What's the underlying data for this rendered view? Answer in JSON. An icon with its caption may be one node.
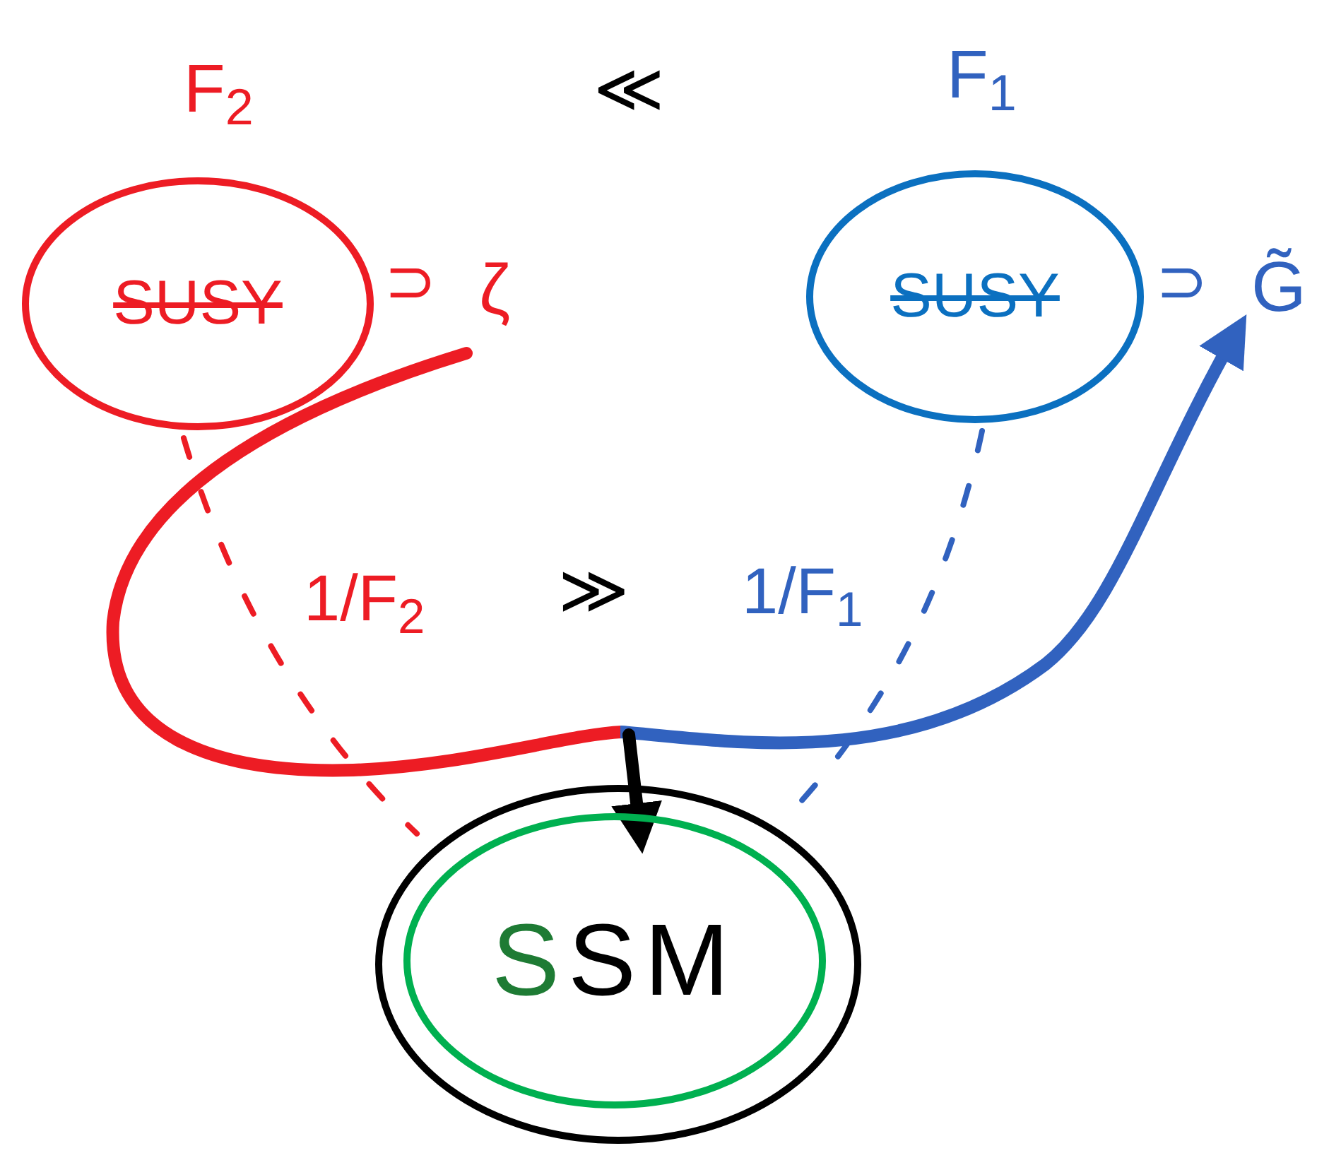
{
  "diagram": {
    "nodes": [
      {
        "text": [
          "SUSY"
        ]
      },
      {
        "text": [
          "ζ"
        ]
      },
      {
        "text": [
          "SUSY"
        ]
      },
      {
        "text": [
          "G̃"
        ]
      },
      {
        "text": [],
        "shape": "circle"
      },
      {
        "text": [
          "SSM"
        ],
        "in": 4
      }
    ],
    "edges": [
      {
        "from": 1,
        "to": 3,
        "arrow": "to",
        "style": "thick",
        "color": "#3162bf"
      },
      {
        "from": null,
        "to": 5,
        "arrow": "to",
        "style": "thick"
      },
      {
        "from": 0,
        "to": 4,
        "arrow": "none",
        "style": "dashed",
        "color": "#ed1c24"
      },
      {
        "from": 2,
        "to": 4,
        "arrow": "none",
        "style": "dashed",
        "color": "#3162bf"
      }
    ],
    "labels": [
      "F$_{2}$",
      "≪",
      "F$_{1}$",
      "⊃",
      "⊃",
      "1/F$_{2}$",
      "≫",
      "1/F$_{1}$"
    ]
  }
}
